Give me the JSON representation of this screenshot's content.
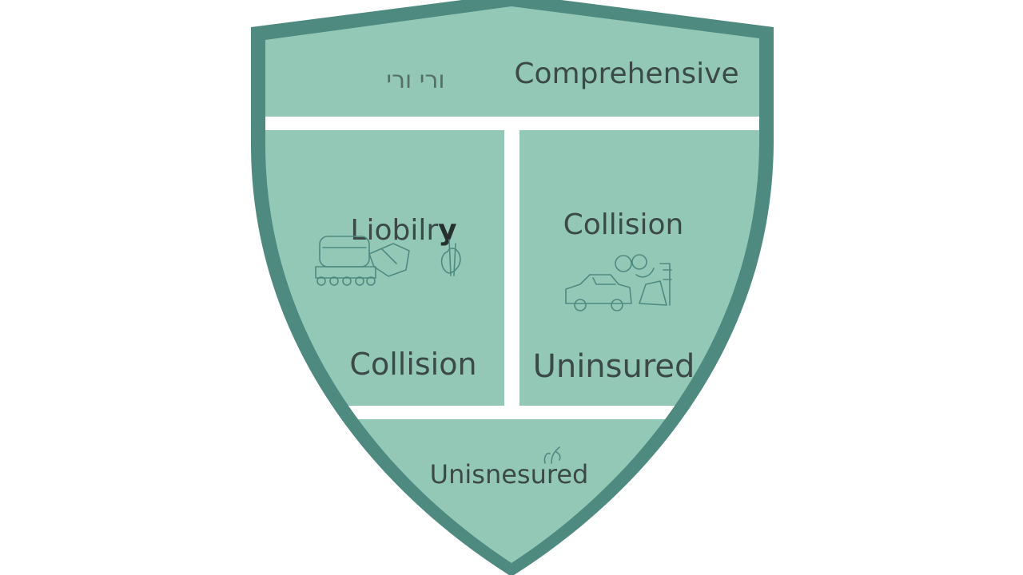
{
  "shield": {
    "colors": {
      "border": "#4e8a80",
      "fill": "#93c8b7",
      "divider": "#ffffff",
      "text": "#3b4a47",
      "sketch": "#4f8a80"
    },
    "sections": {
      "top": {
        "label": "Comprehensive",
        "faded_text": "ורי ורי"
      },
      "middle_left": {
        "title": "Liobilr",
        "title_suffix": "y",
        "label": "Collision",
        "icon": "tractor-sketch-icon"
      },
      "middle_right": {
        "title": "Collision",
        "label": "Uninsured",
        "icon": "car-sketch-icon"
      },
      "bottom": {
        "label": "Unisnesured",
        "icon": "plant-sketch-icon"
      }
    }
  }
}
